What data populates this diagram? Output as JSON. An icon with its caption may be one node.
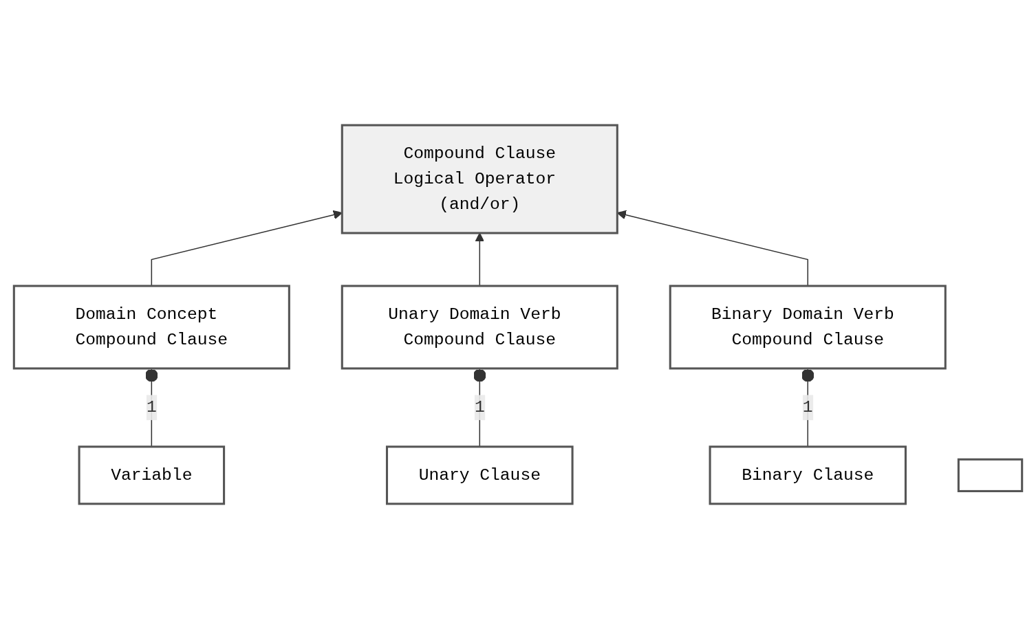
{
  "diagram": {
    "nodes": [
      {
        "text": [
          "Compound Clause",
          "Logical Operator (and/or)"
        ]
      },
      {
        "text": [
          "Domain Concept Compound Clause"
        ]
      },
      {
        "text": [
          "Unary Domain Verb Compound Clause"
        ]
      },
      {
        "text": [
          "Binary Domain Verb Compound Clause"
        ]
      },
      {
        "text": [
          "Variable"
        ]
      },
      {
        "text": [
          "Unary Clause"
        ]
      },
      {
        "text": [
          "Binary Clause"
        ]
      },
      {
        "text": [],
        "shape": "box"
      }
    ],
    "edges": [
      {
        "from": 1,
        "to": 0,
        "arrow": "to"
      },
      {
        "from": 2,
        "to": 0,
        "arrow": "to"
      },
      {
        "from": 3,
        "to": 0,
        "arrow": "to"
      },
      {
        "from": 1,
        "to": 4,
        "arrow": "other",
        "label": "1"
      },
      {
        "from": 2,
        "to": 5,
        "arrow": "other",
        "label": "1"
      },
      {
        "from": 3,
        "to": 6,
        "arrow": "other",
        "label": "1"
      }
    ]
  }
}
